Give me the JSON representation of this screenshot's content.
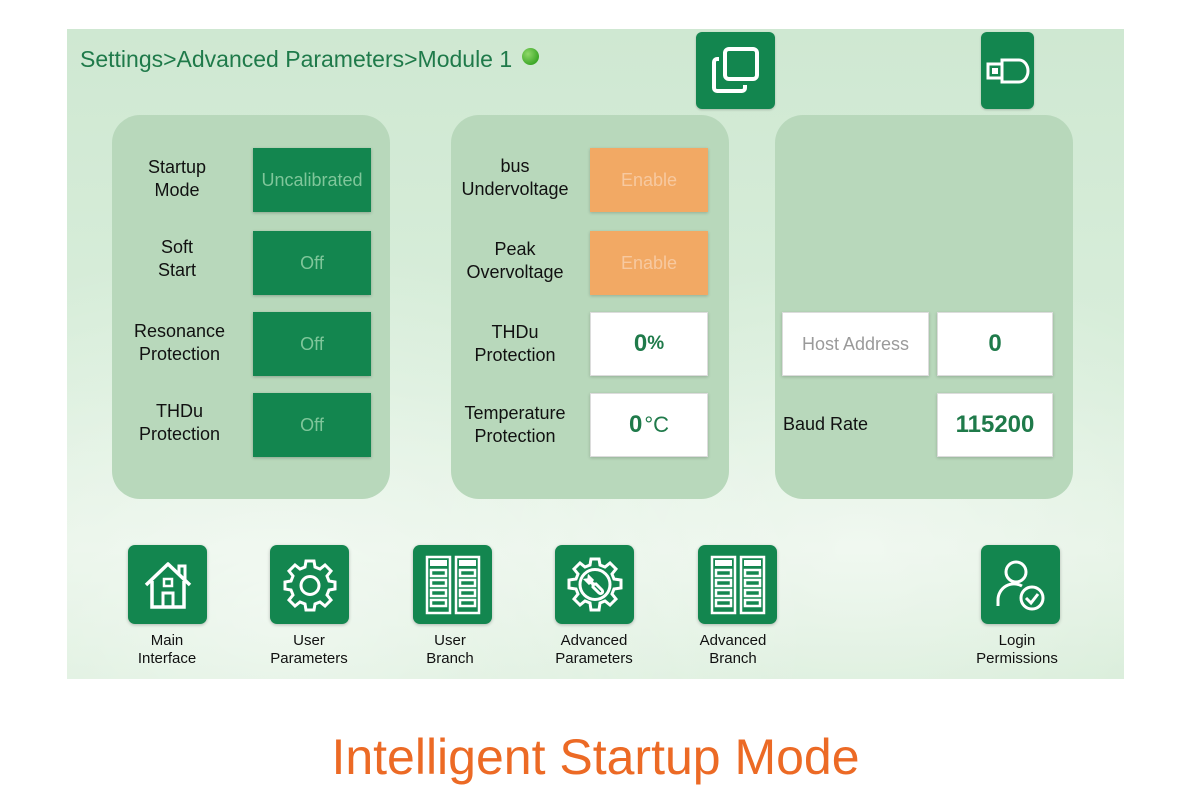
{
  "header": {
    "breadcrumb": "Settings>Advanced Parameters>Module 1",
    "status_color": "#3ea829",
    "icons": [
      "windows-icon",
      "usb-drive-icon"
    ]
  },
  "left_panel": {
    "rows": [
      {
        "label": "Startup\nMode",
        "value": "Uncalibrated"
      },
      {
        "label": "Soft\nStart",
        "value": "Off"
      },
      {
        "label": "Resonance\nProtection",
        "value": "Off"
      },
      {
        "label": "THDu\nProtection",
        "value": "Off"
      }
    ]
  },
  "middle_panel": {
    "rows": [
      {
        "label": "bus\nUndervoltage",
        "value": "Enable"
      },
      {
        "label": "Peak\nOvervoltage",
        "value": "Enable"
      },
      {
        "label": "THDu\nProtection",
        "value": "0",
        "unit": "%"
      },
      {
        "label": "Temperature\nProtection",
        "value": "0",
        "unit": "°C"
      }
    ]
  },
  "right_panel": {
    "host_address_label": "Host Address",
    "host_address_value": "0",
    "baud_rate_label": "Baud Rate",
    "baud_rate_value": "115200"
  },
  "nav": [
    {
      "label": "Main\nInterface",
      "icon": "home-icon"
    },
    {
      "label": "User\nParameters",
      "icon": "gear-icon"
    },
    {
      "label": "User\nBranch",
      "icon": "cabinet-icon"
    },
    {
      "label": "Advanced\nParameters",
      "icon": "gear-wrench-icon"
    },
    {
      "label": "Advanced\nBranch",
      "icon": "cabinet-icon"
    },
    {
      "label": "Login\nPermissions",
      "icon": "user-check-icon"
    }
  ],
  "caption": "Intelligent Startup Mode",
  "colors": {
    "brand_green": "#13864f",
    "enable_orange": "#f2a964",
    "panel_green": "#b8d8bb",
    "caption_orange": "#ec6a25"
  }
}
